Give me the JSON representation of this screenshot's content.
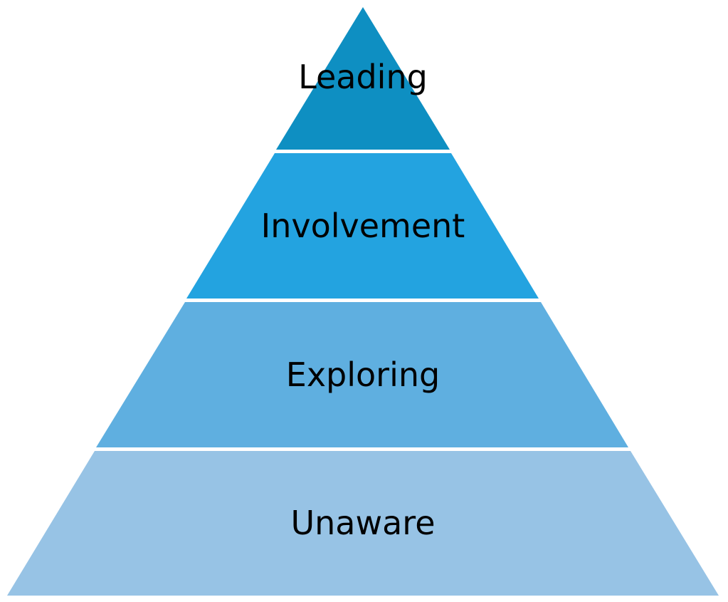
{
  "diagram": {
    "type": "pyramid",
    "levels": [
      {
        "label": "Leading",
        "color": "#0e8fc2"
      },
      {
        "label": "Involvement",
        "color": "#23a3e0"
      },
      {
        "label": "Exploring",
        "color": "#5fafe0"
      },
      {
        "label": "Unaware",
        "color": "#97c3e5"
      }
    ]
  }
}
